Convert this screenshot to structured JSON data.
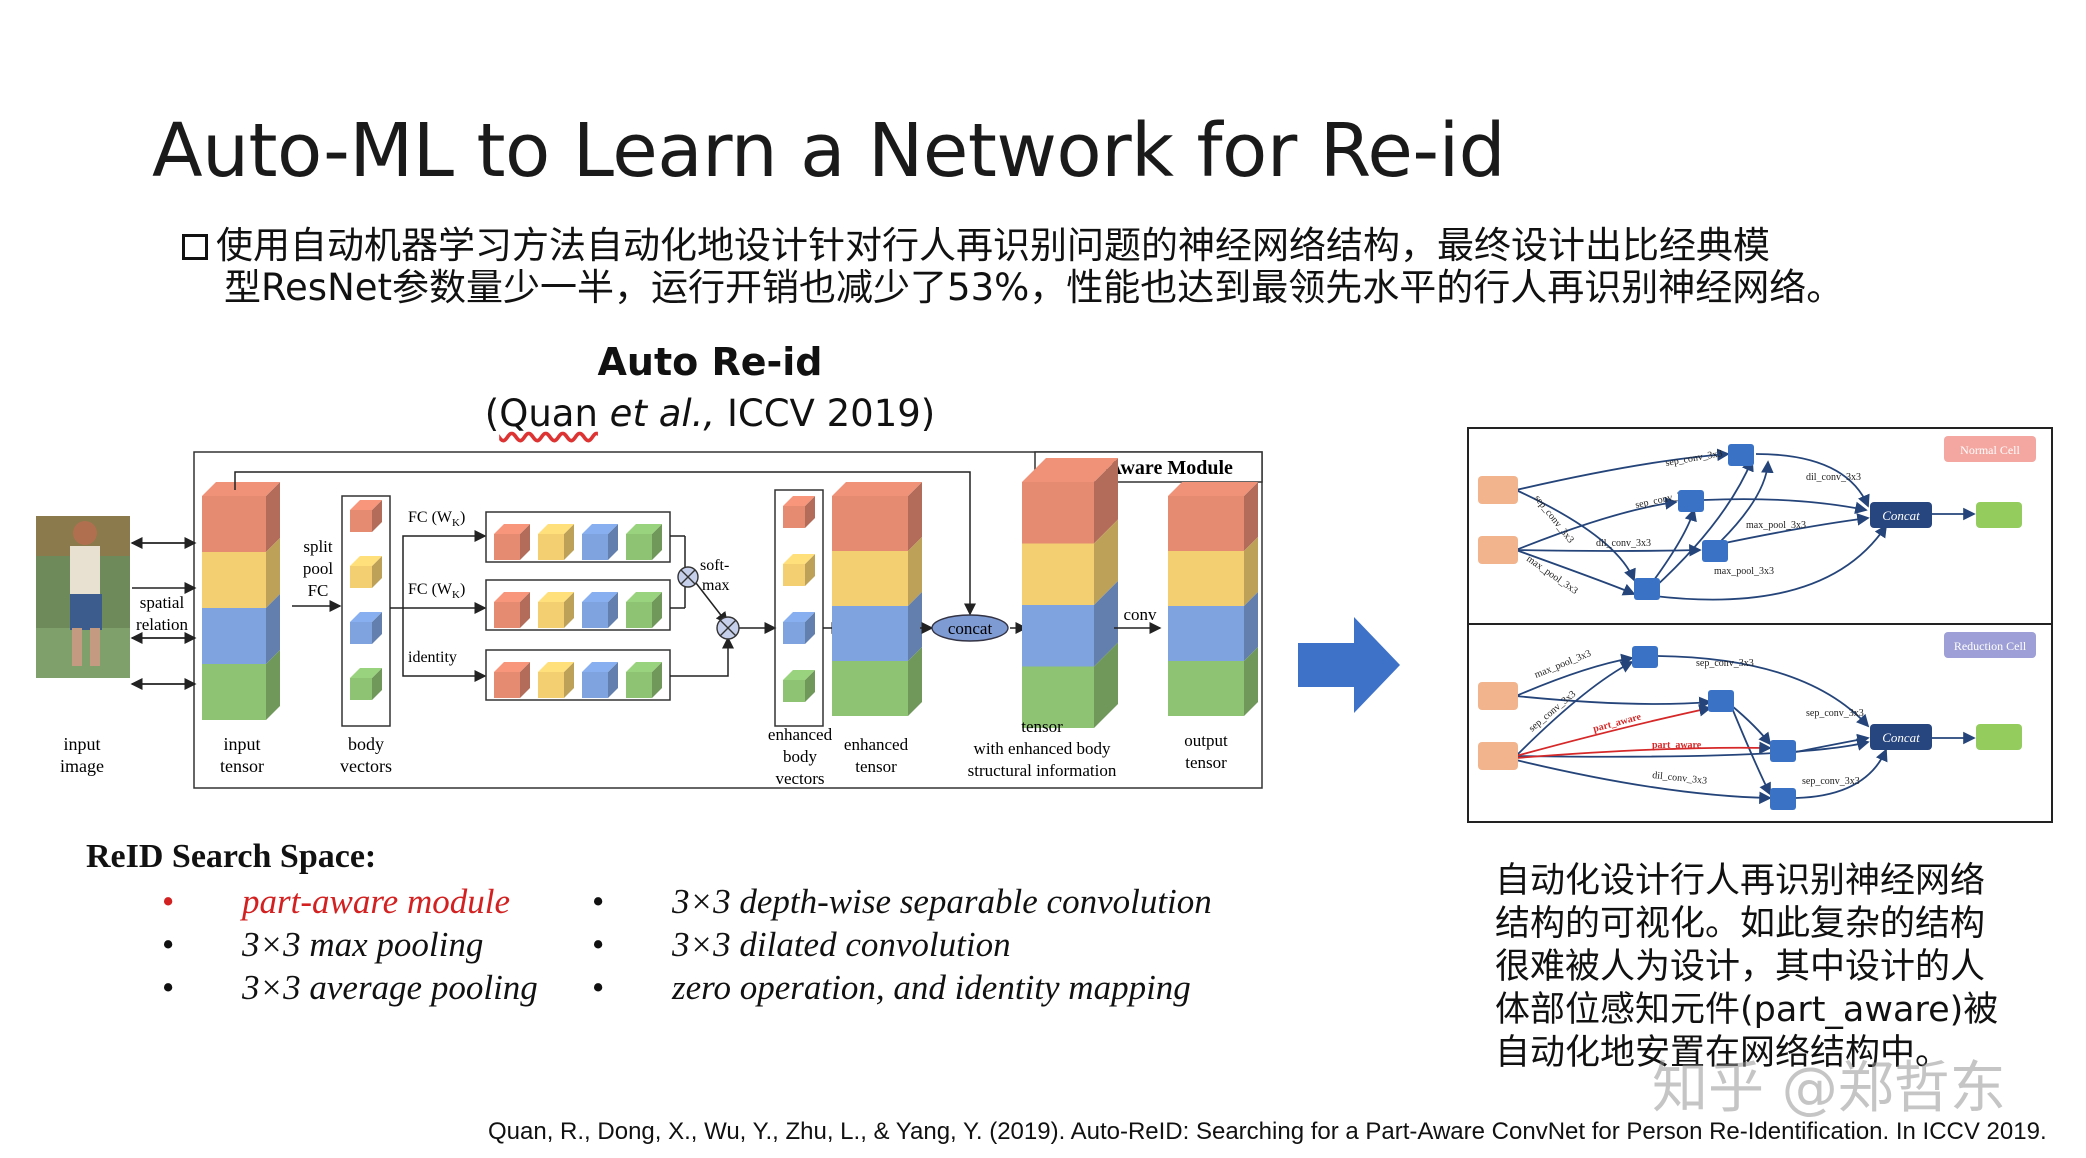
{
  "slide": {
    "title": "Auto-ML to Learn a Network for Re-id",
    "bullet_line1": "使用自动机器学习方法自动化地设计针对行人再识别问题的神经网络结构，最终设计出比经典模",
    "bullet_line2": "型ResNet参数量少一半，运行开销也减少了53%，性能也达到最领先水平的行人再识别神经网络。",
    "sub_title": "Auto Re-id",
    "cite_open": "(",
    "cite_author": "Quan",
    "cite_etal": " et al.,",
    "cite_rest": " ICCV 2019)"
  },
  "architecture": {
    "module_title": "Part-Aware Module",
    "labels": {
      "spatial": "spatial",
      "relation": "relation",
      "split": "split",
      "pool": "pool",
      "fc": "FC",
      "fc_wk": "FC (W",
      "fc_k": "K",
      "fc_close": ")",
      "identity": "identity",
      "soft": "soft-",
      "max": "max",
      "concat": "concat",
      "conv": "conv",
      "input_image_1": "input",
      "input_image_2": "image",
      "input_tensor_1": "input",
      "input_tensor_2": "tensor",
      "body_vectors_1": "body",
      "body_vectors_2": "vectors",
      "enh_body_1": "enhanced",
      "enh_body_2": "body",
      "enh_body_3": "vectors",
      "enh_tensor_1": "enhanced",
      "enh_tensor_2": "tensor",
      "tensor_info_1": "tensor",
      "tensor_info_2": "with enhanced body",
      "tensor_info_3": "structural information",
      "output_1": "output",
      "output_2": "tensor"
    },
    "colors": {
      "red": "#e58b72",
      "yellow": "#f3cf72",
      "blue": "#7ea3de",
      "green": "#8fc374"
    }
  },
  "search_space": {
    "title": "ReID Search Space:",
    "left": [
      "part-aware module",
      "3×3 max pooling",
      "3×3 average pooling"
    ],
    "right": [
      "3×3 depth-wise separable convolution",
      "3×3 dilated convolution",
      "zero operation, and identity mapping"
    ],
    "bullet": "•"
  },
  "cells": {
    "normal_label": "Normal Cell",
    "reduction_label": "Reduction Cell",
    "concat": "Concat",
    "normal_edges": [
      "sep_conv_3x3",
      "dil_conv_3x3",
      "sep_conv_3x3",
      "max_pool_3x3",
      "sep_conv_3x3",
      "dil_conv_3x3",
      "max_pool_3x3",
      "max_pool_3x3"
    ],
    "reduction_edges": [
      "max_pool_3x3",
      "sep_conv_3x3",
      "sep_conv_3x3",
      "part_aware",
      "sep_conv_3x3",
      "part_aware",
      "dil_conv_3x3",
      "sep_conv_3x3"
    ]
  },
  "right_text": {
    "line1": "自动化设计行人再识别神经网络",
    "line2": "结构的可视化。如此复杂的结构",
    "line3": "很难被人为设计，其中设计的人",
    "line4": "体部位感知元件(part_aware)被",
    "line5": "自动化地安置在网络结构中。"
  },
  "watermark": "知乎 @郑哲东",
  "footer": "Quan, R., Dong, X., Wu, Y., Zhu, L., & Yang, Y. (2019). Auto-ReID: Searching for a Part-Aware ConvNet for Person Re-Identification. In  ICCV 2019."
}
